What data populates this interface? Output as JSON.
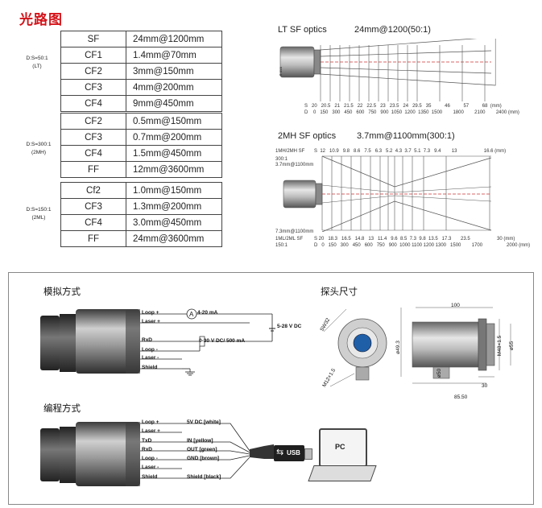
{
  "heading": "光路图",
  "tables": [
    {
      "ratio_label": "D:S=50:1",
      "ratio_sub": "(LT)",
      "rows": [
        {
          "code": "SF",
          "spot": "24mm@1200mm"
        },
        {
          "code": "CF1",
          "spot": "1.4mm@70mm"
        },
        {
          "code": "CF2",
          "spot": "3mm@150mm"
        },
        {
          "code": "CF3",
          "spot": "4mm@200mm"
        },
        {
          "code": "CF4",
          "spot": "9mm@450mm"
        }
      ]
    },
    {
      "ratio_label": "D:S=300:1",
      "ratio_sub": "(2MH)",
      "rows": [
        {
          "code": "CF2",
          "spot": "0.5mm@150mm"
        },
        {
          "code": "CF3",
          "spot": "0.7mm@200mm"
        },
        {
          "code": "CF4",
          "spot": "1.5mm@450mm"
        },
        {
          "code": "FF",
          "spot": "12mm@3600mm"
        }
      ]
    },
    {
      "ratio_label": "D:S=150:1",
      "ratio_sub": "(2ML)",
      "rows": [
        {
          "code": "Cf2",
          "spot": "1.0mm@150mm"
        },
        {
          "code": "CF3",
          "spot": "1.3mm@200mm"
        },
        {
          "code": "CF4",
          "spot": "3.0mm@450mm"
        },
        {
          "code": "FF",
          "spot": "24mm@3600mm"
        }
      ]
    }
  ],
  "lt_diagram": {
    "title": "LT SF optics",
    "spec": "24mm@1200(50:1)",
    "side_label": "5 mm",
    "spot_row": "S   20   20.5   21   21.5   22   22.5   23   23.5   24   29.5   35          46          57          68  (mm)",
    "dist_row": "D    0   150   300   450   600   750   900  1050  1200  1350  1500        1800        2100        2400 (mm)"
  },
  "mh_diagram": {
    "title": "2MH SF optics",
    "spec": "3.7mm@1100mm(300:1)",
    "top_label": "1MH/2MH SF",
    "top_row": "S  12   10.9   9.8   8.6   7.5   6.3   5.2  4.3  3.7  5.1  7.3   9.4        13                    16.6 (mm)",
    "note1": "300:1",
    "note2": "3.7mm@1100mm",
    "note3": "7.3mm@1100mm",
    "bottom_label": "1ML/2ML SF",
    "bottom_sub": "150:1",
    "bottom_row": "S 20   18.3   16.5   14.8   13   11.4   9.6  8.5  7.3  9.8  13.5   17.3       23.5                    30 (mm)",
    "dist_row": "D   0   150   300   450   600   750   900  1000 1100 1200 1300   1500        1700                  2000 (mm)"
  },
  "analog": {
    "title": "模拟方式",
    "wires": [
      "Loop +",
      "Laser +",
      "RxD",
      "Loop -",
      "Laser -",
      "Shield"
    ],
    "meter": "4-20 mA",
    "ammeter_symbol": "A",
    "supply": "5-28 V DC",
    "laser_out": "0-30 V DC/ 500 mA"
  },
  "dimensions": {
    "title": "探头尺寸",
    "length_top": "100",
    "wrench": "SW32",
    "dia_left": "ø49.3",
    "thread": "M48×1.5",
    "dia_right": "ø55",
    "thread_small": "M12×1.5",
    "dia_small": "ø50",
    "len_30": "30",
    "len_total": "85.50"
  },
  "programming": {
    "title": "编程方式",
    "wires": [
      "Loop +",
      "Laser +",
      "TxD",
      "RxD",
      "Loop -",
      "Laser -",
      "Shield"
    ],
    "signals": [
      "5V DC [white]",
      "IN [yellow]",
      "OUT [green]",
      "GND [brown]",
      "Shield [black]"
    ],
    "usb_label": "USB",
    "usb_symbol": "⇆",
    "pc_label": "PC"
  }
}
